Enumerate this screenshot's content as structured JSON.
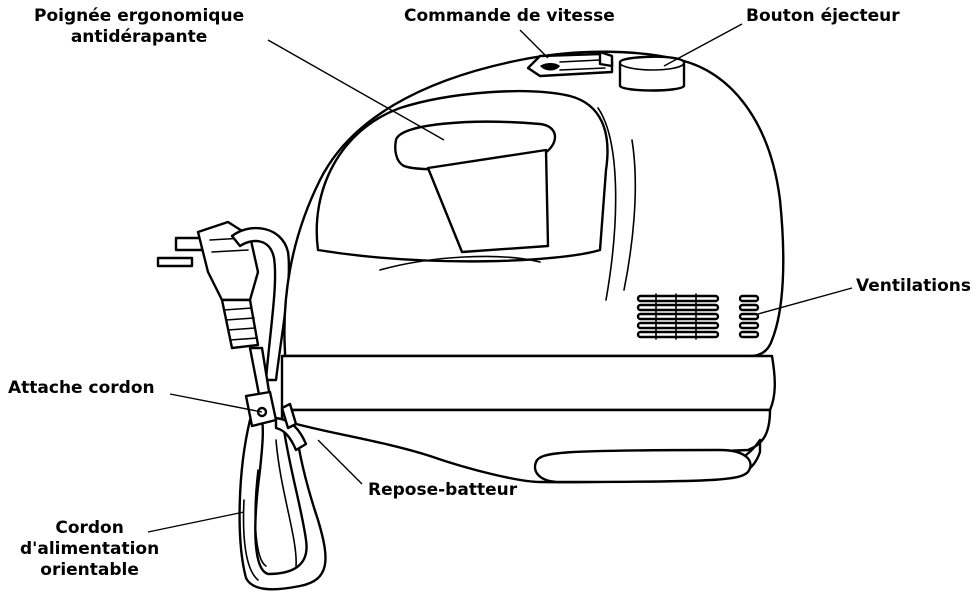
{
  "labels": {
    "poignee": [
      "Poignée ergonomique",
      "antidérapante"
    ],
    "commande": "Commande de vitesse",
    "ejecteur": "Bouton éjecteur",
    "ventilations": "Ventilations",
    "attache": "Attache cordon",
    "repose": "Repose-batteur",
    "cordon": [
      "Cordon",
      "d'alimentation",
      "orientable"
    ]
  }
}
